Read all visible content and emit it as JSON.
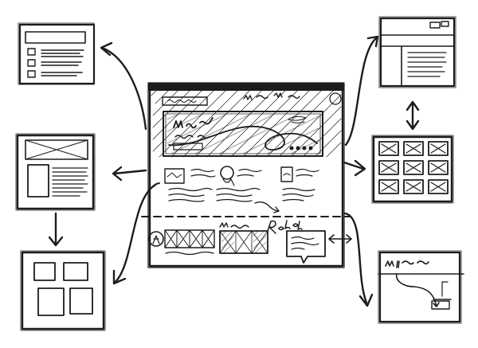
{
  "diagram": {
    "ink_color": "#1c1c1c",
    "paper_color": "#ffffff",
    "center_mockup": {
      "scribble_labels": {
        "top_nav": "~m MM ~w ~~~",
        "hero_title": "Mma ~ la",
        "hero_sub": "Abc ~ ~~",
        "feature_label": "~~~~~~~~~",
        "bottom_label": "Mbsaea",
        "callout": "Roster"
      }
    },
    "side_mockups": {
      "top_right_scribble": "~~ ~~~ ~~~"
    },
    "arrows": {
      "connector": "↔"
    }
  }
}
